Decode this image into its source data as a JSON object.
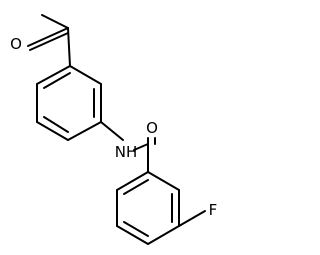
{
  "molecule": {
    "atoms": {
      "oxygen_ketone": "O",
      "nitrogen_amide": "NH",
      "oxygen_amide": "O",
      "fluorine": "F"
    }
  }
}
